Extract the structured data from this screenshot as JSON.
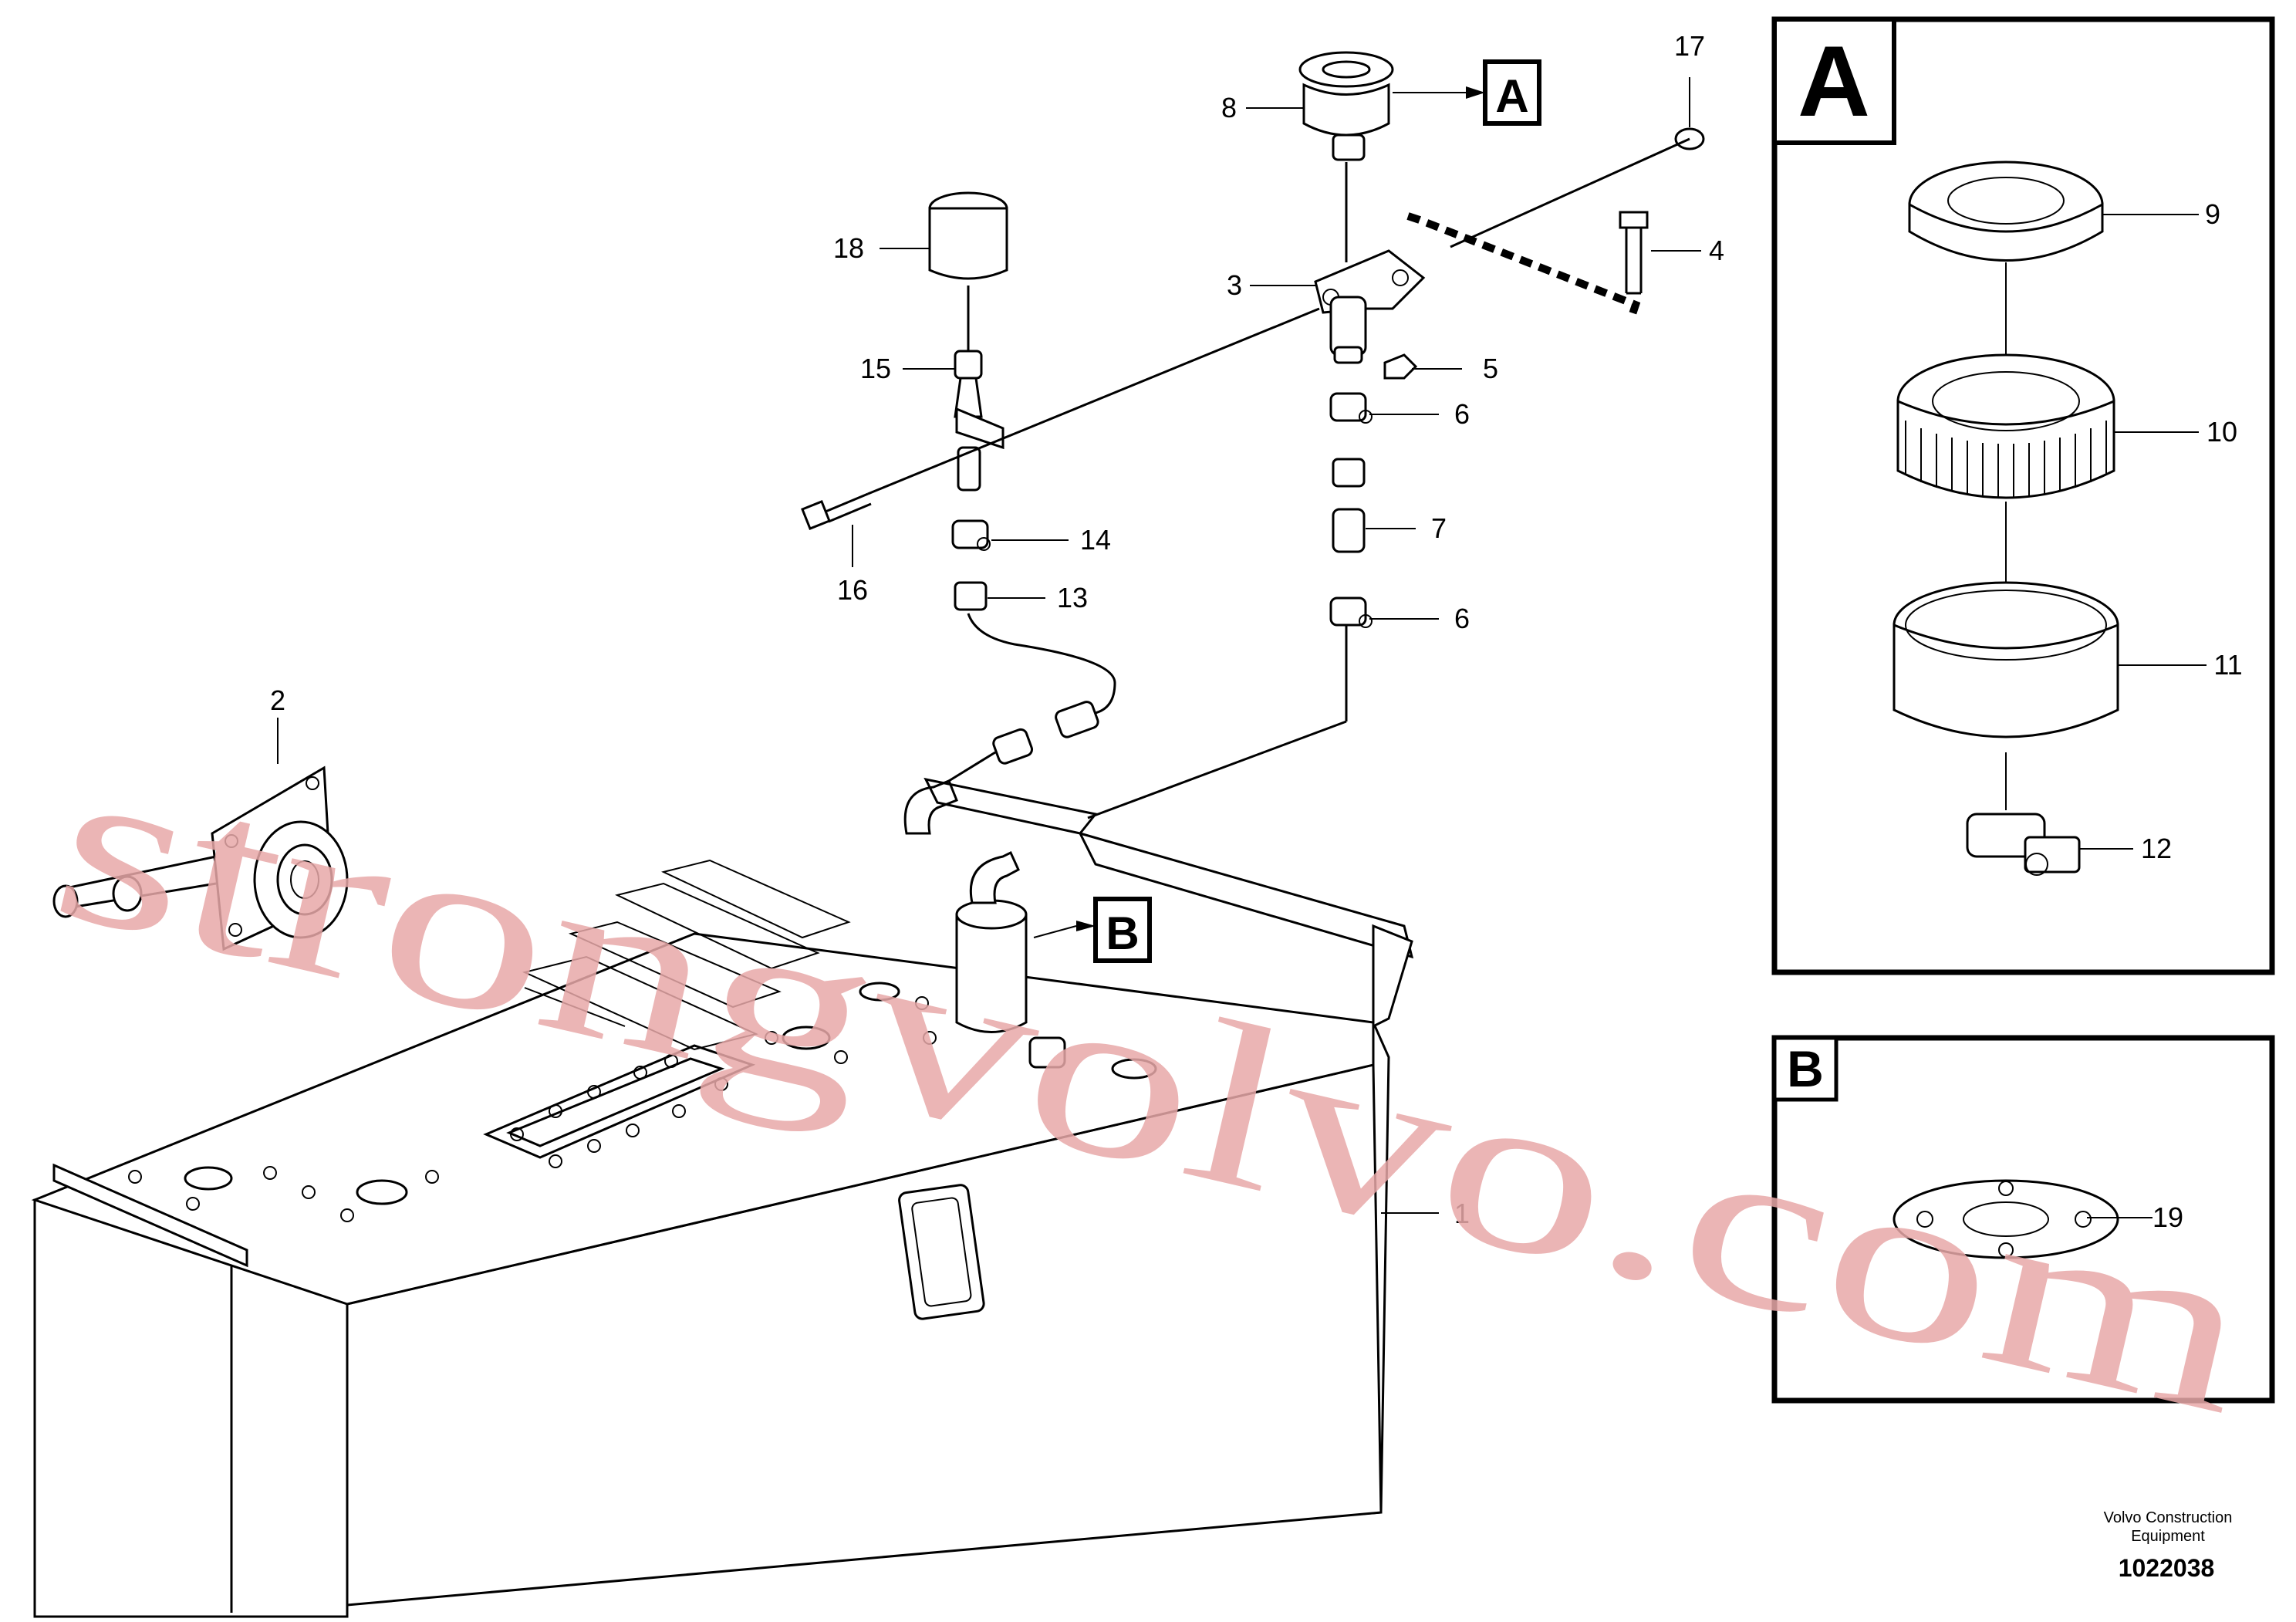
{
  "callouts": {
    "p1": "1",
    "p2": "2",
    "p3": "3",
    "p4": "4",
    "p5": "5",
    "p6a": "6",
    "p6b": "6",
    "p7": "7",
    "p8": "8",
    "p9": "9",
    "p10": "10",
    "p11": "11",
    "p12": "12",
    "p13": "13",
    "p14": "14",
    "p15": "15",
    "p16": "16",
    "p17": "17",
    "p18": "18",
    "p19": "19"
  },
  "detail_refs": {
    "a_tag": "A",
    "b_tag": "B"
  },
  "detail_panels": {
    "a_title": "A",
    "b_title": "B"
  },
  "footer": {
    "company_line1": "Volvo Construction",
    "company_line2": "Equipment",
    "drawing_number": "1022038"
  },
  "watermark": "strongvolvo.com"
}
